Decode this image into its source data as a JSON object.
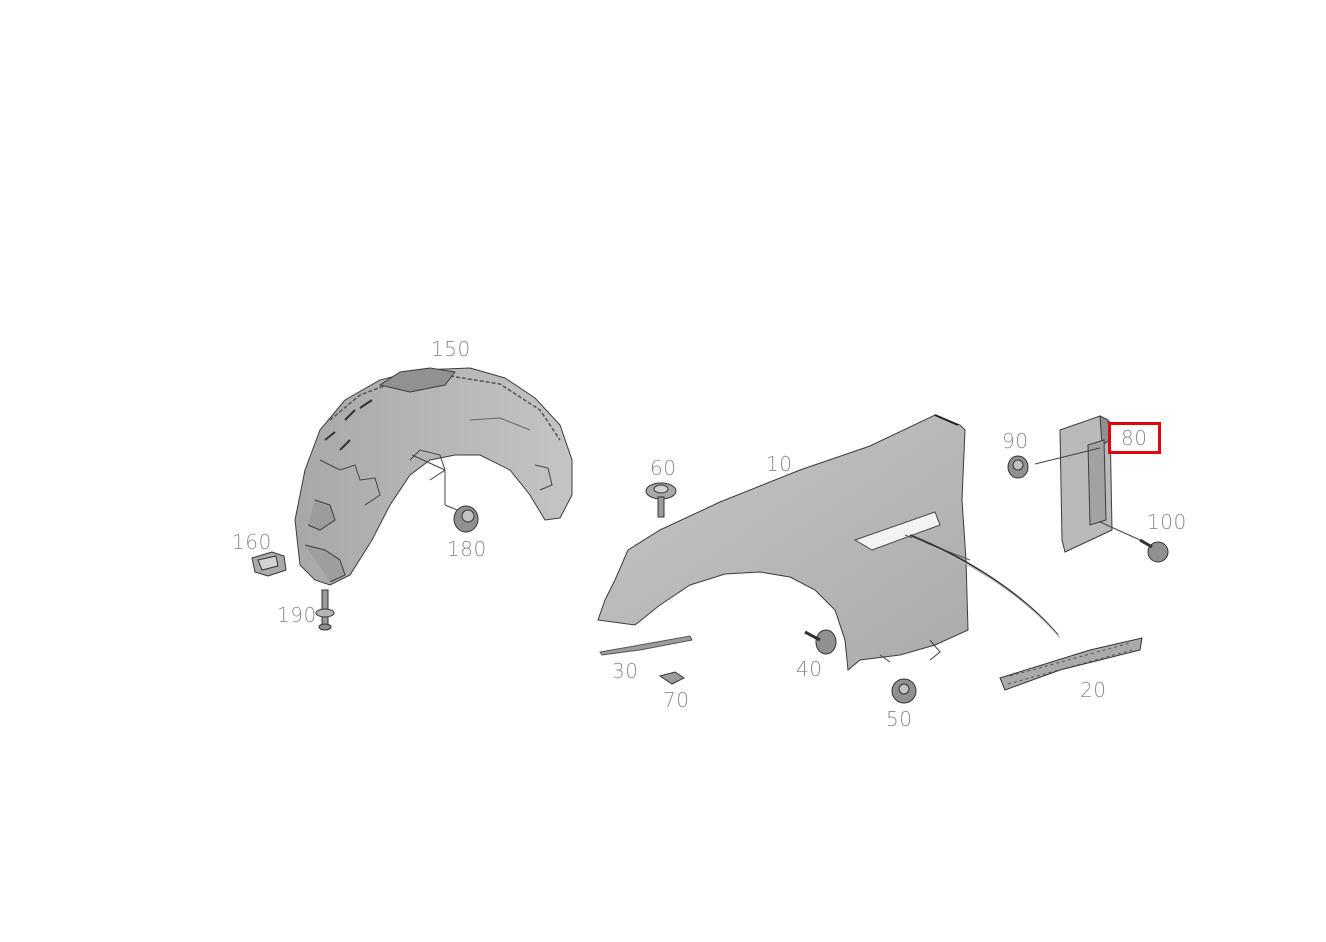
{
  "diagram": {
    "highlight_color": "#e3000f",
    "highlighted_part": "80",
    "part_fill": "#b6b8ba",
    "part_stroke": "#3c3c3c",
    "label_color": "#8c8c8c",
    "parts": {
      "p10": "10",
      "p20": "20",
      "p30": "30",
      "p40": "40",
      "p50": "50",
      "p60": "60",
      "p70": "70",
      "p80": "80",
      "p90": "90",
      "p100": "100",
      "p150": "150",
      "p160": "160",
      "p180": "180",
      "p190": "190"
    }
  }
}
